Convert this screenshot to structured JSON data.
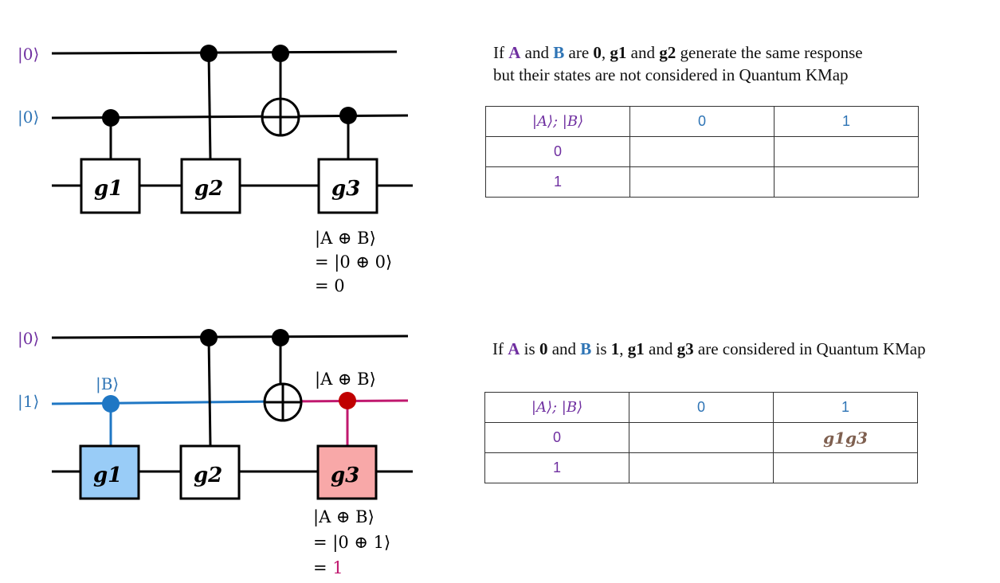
{
  "top": {
    "qubit_labels": [
      "|0⟩",
      "|0⟩"
    ],
    "gates": [
      "g1",
      "g2",
      "g3"
    ],
    "result_lines": [
      "|A ⊕ B⟩",
      "= |0 ⊕ 0⟩",
      "= 0"
    ],
    "caption_parts": {
      "if": "If ",
      "a": "A",
      "and": " and ",
      "b": "B",
      "are": " are ",
      "zero": "0",
      "comma": ", ",
      "g1": "g1",
      "and2": " and ",
      "g2": "g2",
      "rest1": " generate the same response",
      "line2": "but their states are not considered in Quantum KMap"
    },
    "kmap": {
      "corner": "|A⟩; |B⟩",
      "col_headers": [
        "0",
        "1"
      ],
      "row_headers": [
        "0",
        "1"
      ],
      "cells": [
        [
          "",
          ""
        ],
        [
          "",
          ""
        ]
      ]
    }
  },
  "bottom": {
    "qubit_labels": [
      "|0⟩",
      "|1⟩"
    ],
    "gates": [
      "g1",
      "g2",
      "g3"
    ],
    "control_label_b": "|B⟩",
    "control_label_ab": "|A ⊕ B⟩",
    "result_lines": [
      "|A ⊕ B⟩",
      "= |0 ⊕ 1⟩",
      "= "
    ],
    "result_value": "1",
    "caption_parts": {
      "if": "If ",
      "a": "A",
      "is": " is ",
      "zero": "0",
      "and": " and ",
      "b": "B",
      "is2": " is ",
      "one": "1",
      "comma": ", ",
      "g1": "g1",
      "and2": " and ",
      "g3": "g3",
      "rest": " are considered in Quantum KMap"
    },
    "kmap": {
      "corner": "|A⟩; |B⟩",
      "col_headers": [
        "0",
        "1"
      ],
      "row_headers": [
        "0",
        "1"
      ],
      "cells": [
        [
          "",
          "g1g3"
        ],
        [
          "",
          ""
        ]
      ]
    }
  },
  "colors": {
    "purple": "#6f2fa0",
    "blue": "#2e74b5",
    "wire_blue": "#1f77c4",
    "magenta": "#c0186e",
    "red_dot": "#c00000",
    "g1_fill": "#99ccf7",
    "g3_fill": "#f8a8a8",
    "cell_brown": "#7f6050"
  }
}
